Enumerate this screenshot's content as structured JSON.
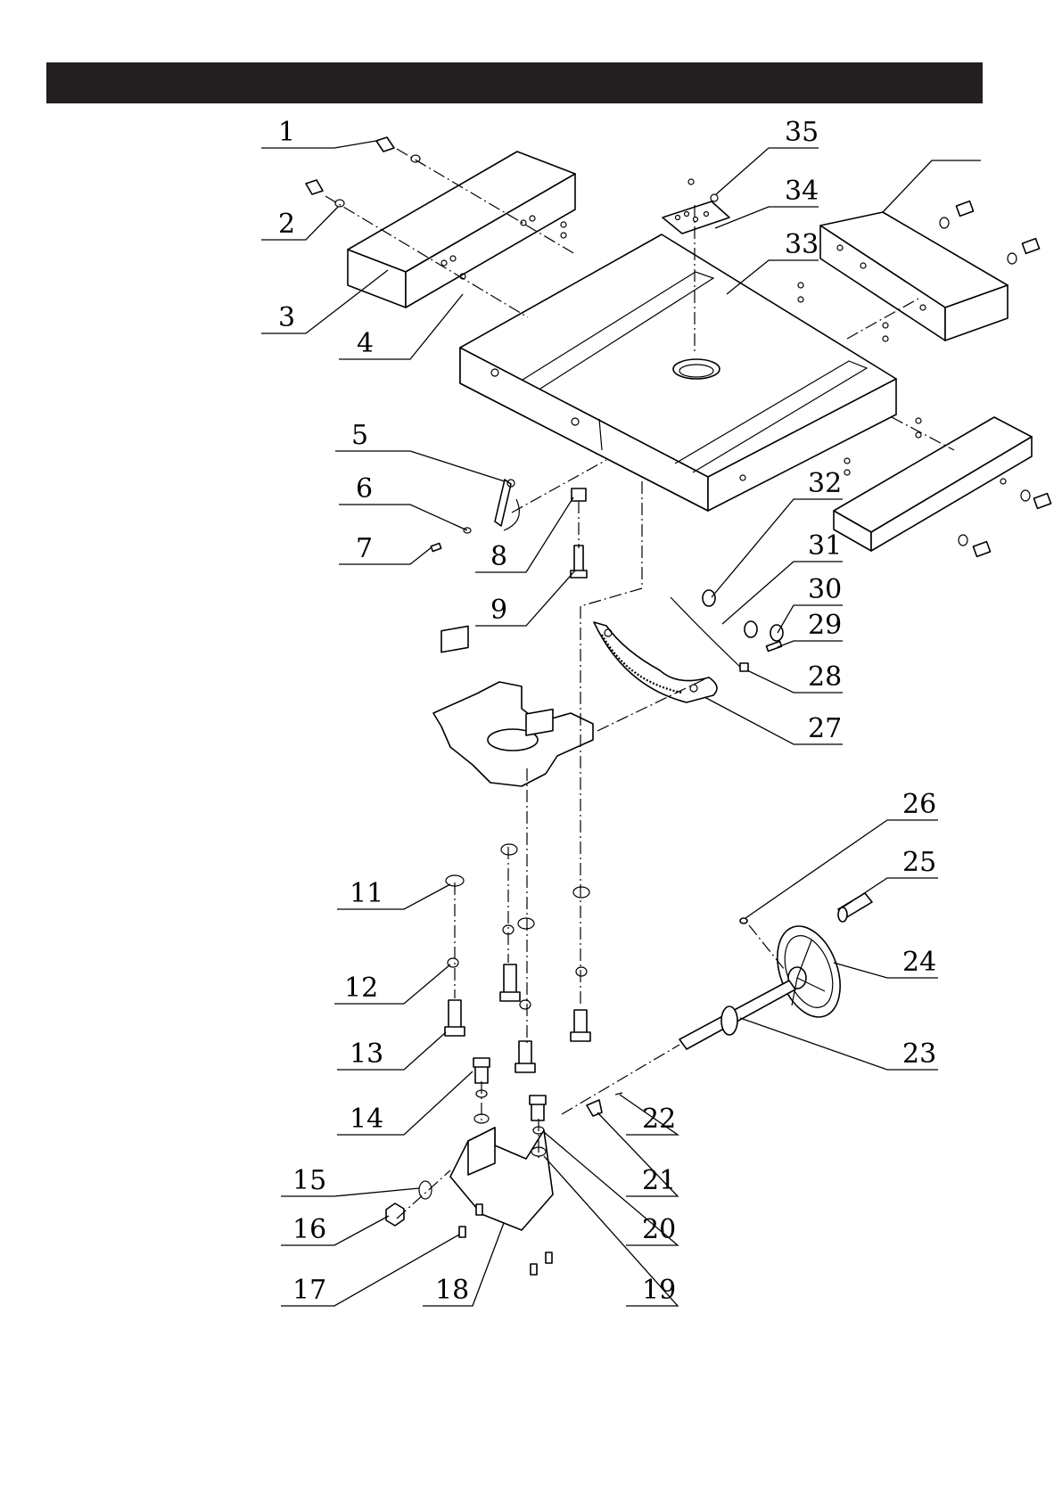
{
  "header": {
    "color": "#231f20"
  },
  "callouts": [
    {
      "id": "1",
      "label": "1"
    },
    {
      "id": "2",
      "label": "2"
    },
    {
      "id": "3",
      "label": "3"
    },
    {
      "id": "4",
      "label": "4"
    },
    {
      "id": "5",
      "label": "5"
    },
    {
      "id": "6",
      "label": "6"
    },
    {
      "id": "7",
      "label": "7"
    },
    {
      "id": "8",
      "label": "8"
    },
    {
      "id": "9",
      "label": "9"
    },
    {
      "id": "11",
      "label": "11"
    },
    {
      "id": "12",
      "label": "12"
    },
    {
      "id": "13",
      "label": "13"
    },
    {
      "id": "14",
      "label": "14"
    },
    {
      "id": "15",
      "label": "15"
    },
    {
      "id": "16",
      "label": "16"
    },
    {
      "id": "17",
      "label": "17"
    },
    {
      "id": "18",
      "label": "18"
    },
    {
      "id": "19",
      "label": "19"
    },
    {
      "id": "20",
      "label": "20"
    },
    {
      "id": "21",
      "label": "21"
    },
    {
      "id": "22",
      "label": "22"
    },
    {
      "id": "23",
      "label": "23"
    },
    {
      "id": "24",
      "label": "24"
    },
    {
      "id": "25",
      "label": "25"
    },
    {
      "id": "26",
      "label": "26"
    },
    {
      "id": "27",
      "label": "27"
    },
    {
      "id": "28",
      "label": "28"
    },
    {
      "id": "29",
      "label": "29"
    },
    {
      "id": "30",
      "label": "30"
    },
    {
      "id": "31",
      "label": "31"
    },
    {
      "id": "32",
      "label": "32"
    },
    {
      "id": "33",
      "label": "33"
    },
    {
      "id": "34",
      "label": "34"
    },
    {
      "id": "35",
      "label": "35"
    }
  ]
}
